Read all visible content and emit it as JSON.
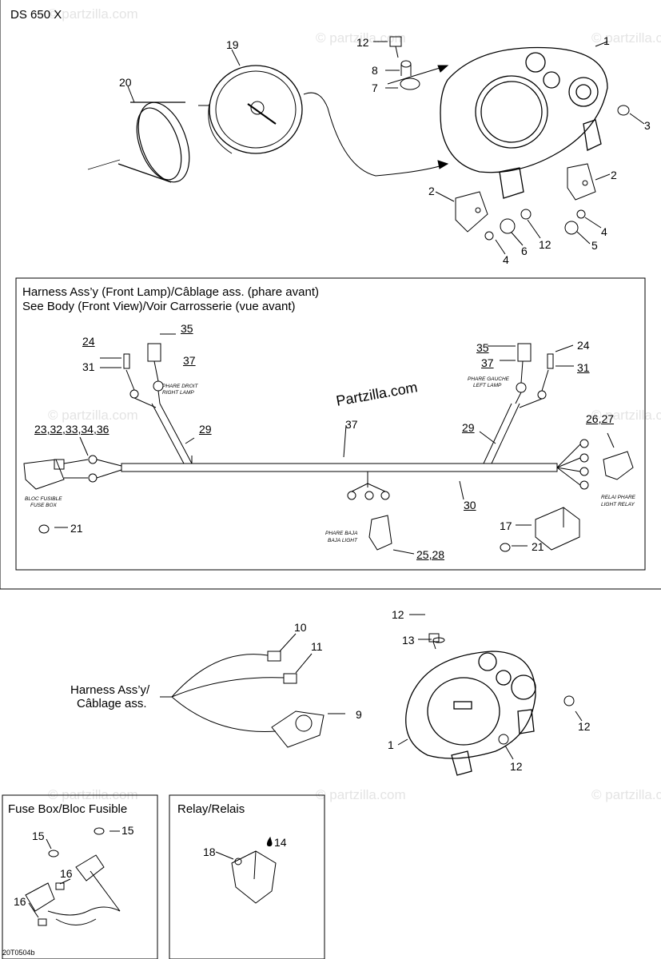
{
  "page": {
    "model_title": "DS 650 X",
    "diagram_code": "20T0504b",
    "watermark_text": "© partzilla.com",
    "center_watermark": "Partzilla.com"
  },
  "top_section": {
    "labels": {
      "p1": "1",
      "p2a": "2",
      "p2b": "2",
      "p3": "3",
      "p4a": "4",
      "p4b": "4",
      "p5": "5",
      "p6": "6",
      "p7": "7",
      "p8": "8",
      "p12a": "12",
      "p12b": "12",
      "p19": "19",
      "p20": "20"
    }
  },
  "harness_box": {
    "title_line1": "Harness Ass’y (Front Lamp)/Câblage ass. (phare avant)",
    "title_line2": "See Body (Front View)/Voir Carrosserie (vue avant)",
    "labels": {
      "p24l": "24",
      "p31l": "31",
      "p35l": "35",
      "p37l": "37",
      "p35r": "35",
      "p37r": "37",
      "p24r": "24",
      "p31r": "31",
      "p23": "23,32,33,34,36",
      "p29l": "29",
      "p37c": "37",
      "p29r": "29",
      "p2627": "26,27",
      "p30": "30",
      "p17": "17",
      "p21l": "21",
      "p21r": "21",
      "p2528": "25,28"
    },
    "small_text": {
      "phare_droit": "PHARE DROIT",
      "right_lamp": "RIGHT LAMP",
      "phare_gauche": "PHARE GAUCHE",
      "left_lamp": "LEFT LAMP",
      "bloc_fusible": "BLOC FUSIBLE",
      "fuse_box": "FUSE BOX",
      "phare_baja": "PHARE BAJA",
      "baja_light": "BAJA LIGHT",
      "relai_phare": "RELAI PHARE",
      "light_relay": "LIGHT RELAY"
    }
  },
  "bottom_section": {
    "harness_line1": "Harness Ass’y/",
    "harness_line2": "Câblage ass.",
    "labels": {
      "p1": "1",
      "p9": "9",
      "p10": "10",
      "p11": "11",
      "p12a": "12",
      "p12b": "12",
      "p12c": "12",
      "p13": "13"
    }
  },
  "fuse_box_panel": {
    "title": "Fuse Box/Bloc Fusible",
    "labels": {
      "p15a": "15",
      "p15b": "15",
      "p16a": "16",
      "p16b": "16"
    }
  },
  "relay_panel": {
    "title": "Relay/Relais",
    "labels": {
      "p18": "18",
      "p14": "14"
    }
  }
}
